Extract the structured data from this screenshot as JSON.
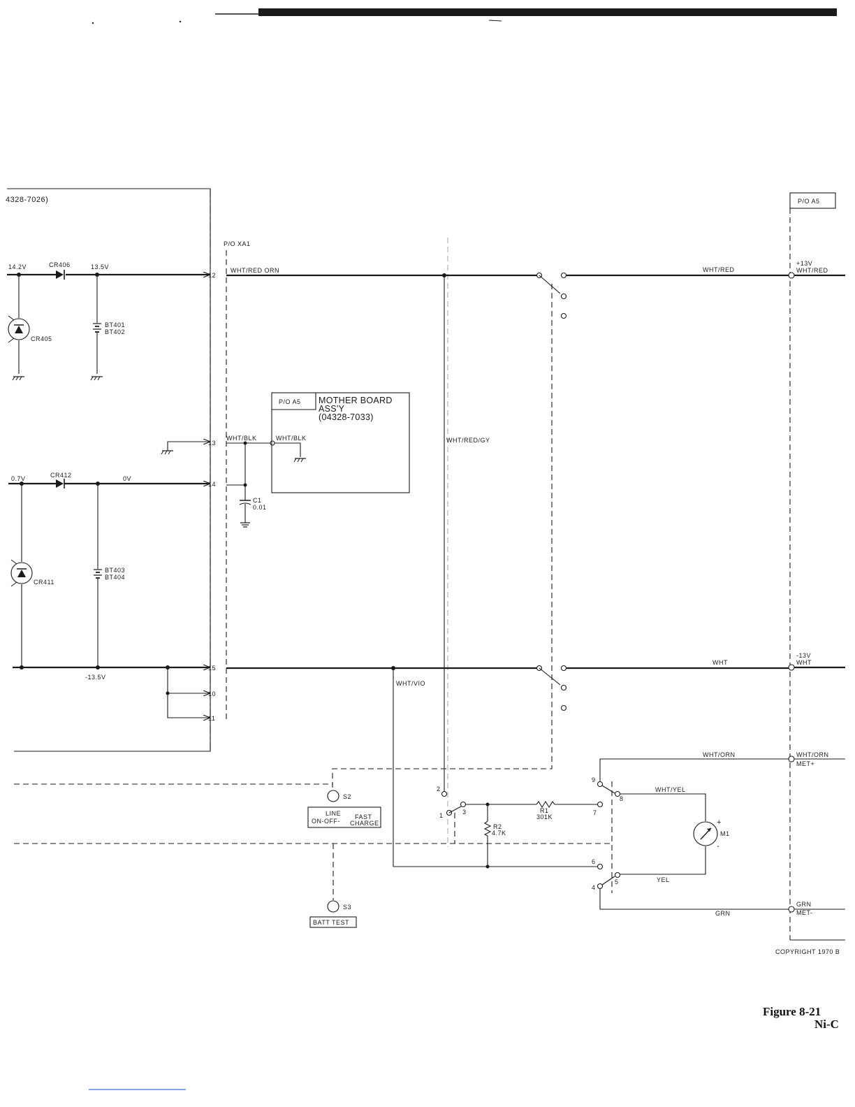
{
  "assembly_refs": {
    "left_assembly": "4328-7026)",
    "p_o_xa1": "P/O XA1",
    "p_o_a5_right": "P/O A5",
    "mother_board_p_o": "P/O A5",
    "mother_board_title_1": "MOTHER  BOARD",
    "mother_board_title_2": "ASS'Y",
    "mother_board_part": "(04328-7033)"
  },
  "voltages": {
    "v14_2": "14.2V",
    "v13_5": "13.5V",
    "v0_7": "0.7V",
    "v0": "0V",
    "vneg13_5": "-13.5V",
    "plus13": "+13V",
    "minus13": "-13V"
  },
  "components": {
    "cr406": "CR406",
    "cr405": "CR405",
    "cr412": "CR412",
    "cr411": "CR411",
    "bt401": "BT401",
    "bt402": "BT402",
    "bt403": "BT403",
    "bt404": "BT404",
    "c1": "C1",
    "c1_value": "0.01",
    "r1": "R1",
    "r1_value": "301K",
    "r2": "R2",
    "r2_value": "4.7K",
    "m1": "M1",
    "s2": "S2",
    "s3": "S3"
  },
  "pins": [
    "12",
    "13",
    "14",
    "15",
    "10",
    "11"
  ],
  "switch_contacts": [
    "2",
    "1",
    "3",
    "7",
    "9",
    "8",
    "6",
    "4",
    "5"
  ],
  "wires": {
    "wht_red_orn": "WHT/RED ORN",
    "wht_blk_a": "WHT/BLK",
    "wht_blk_b": "WHT/BLK",
    "wht_red_gy": "WHT/RED/GY",
    "wht_red": "WHT/RED",
    "wht_red_right": "WHT/RED",
    "wht": "WHT",
    "wht_right": "WHT",
    "wht_vio": "WHT/VIO",
    "wht_orn": "WHT/ORN",
    "wht_orn_right": "WHT/ORN",
    "met_plus": "MET+",
    "wht_yel": "WHT/YEL",
    "yel": "YEL",
    "grn": "GRN",
    "grn_right": "GRN",
    "met_minus": "MET-"
  },
  "meter_signs": {
    "plus": "+",
    "minus": "-"
  },
  "switch_panels": {
    "s2_line": "LINE",
    "s2_on_off": "ON-OFF-",
    "s2_fast": "FAST",
    "s2_charge": "CHARGE",
    "s3_label": "BATT TEST"
  },
  "footer": {
    "copyright": "COPYRIGHT 1970 B",
    "figure_number": "Figure 8-21",
    "figure_subtitle": "Ni-C"
  }
}
